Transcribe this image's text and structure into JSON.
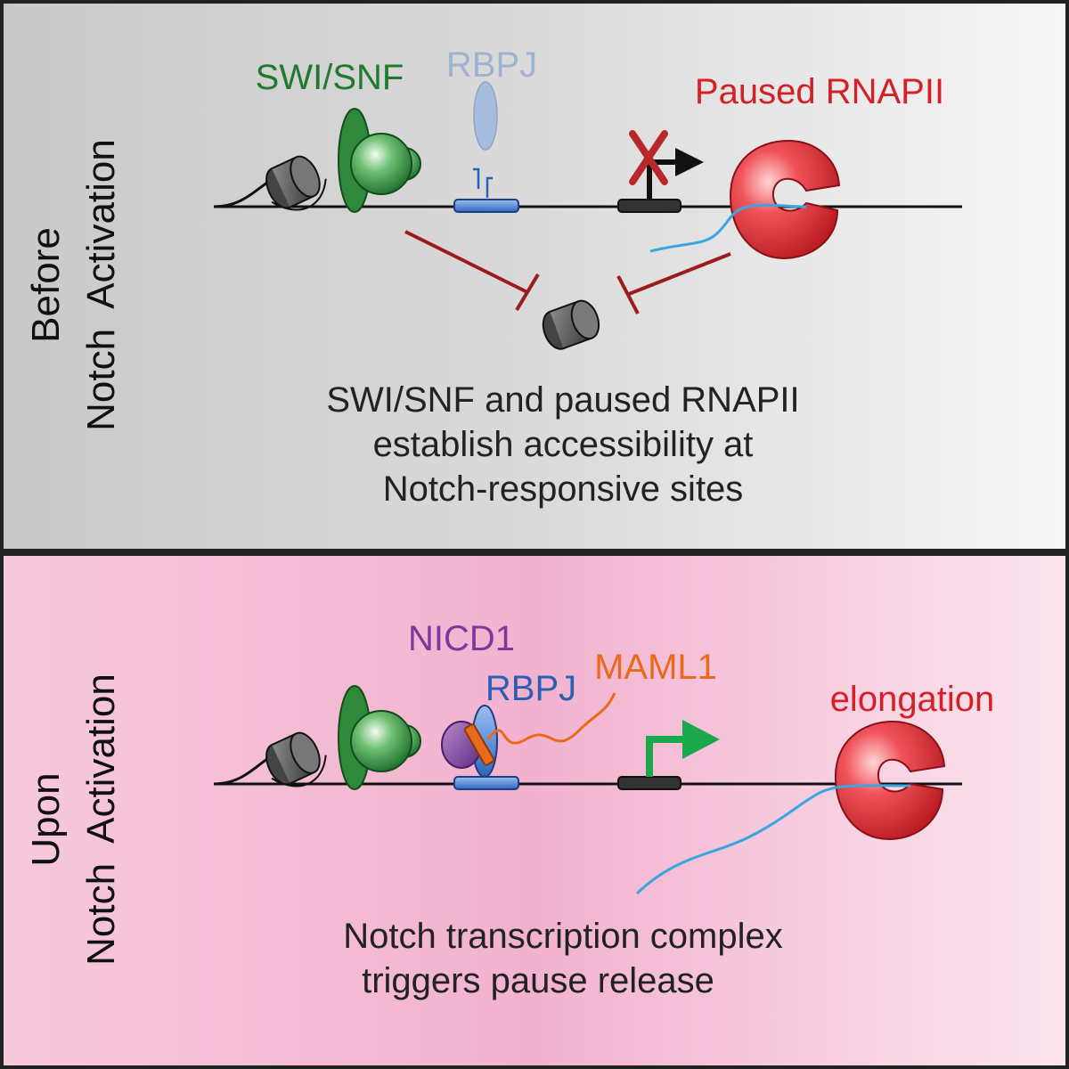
{
  "colors": {
    "panel_top_bg": "#d6d6d6",
    "panel_bottom_bg": "#f3b6d2",
    "border": "#222222",
    "dna": "#111111",
    "swisnf_green": "#1f7a30",
    "rbpj_faded": "#9fb3d0",
    "rbpj_blue": "#2b5fb5",
    "rnapii_red": "#d42027",
    "inhibit_red": "#9b1c1c",
    "nicd1_purple": "#7a3a9c",
    "maml1_orange": "#e86a1a",
    "rna_blue": "#3aa6e0",
    "promoter_green": "#1aa84a",
    "nucleosome_gray": "#555555"
  },
  "panels": [
    {
      "side_label": [
        "Before",
        "Notch  Activation"
      ],
      "labels": {
        "swisnf": "SWI/SNF",
        "rbpj": "RBPJ",
        "rnapii": "Paused RNAPII"
      },
      "caption": [
        "SWI/SNF and paused RNAPII",
        "establish accessibility at",
        "Notch-responsive sites"
      ]
    },
    {
      "side_label": [
        "Upon",
        "Notch  Activation"
      ],
      "labels": {
        "nicd1": "NICD1",
        "rbpj": "RBPJ",
        "maml1": "MAML1",
        "rnapii": "elongation"
      },
      "caption": [
        "Notch transcription complex",
        "triggers pause release"
      ]
    }
  ]
}
